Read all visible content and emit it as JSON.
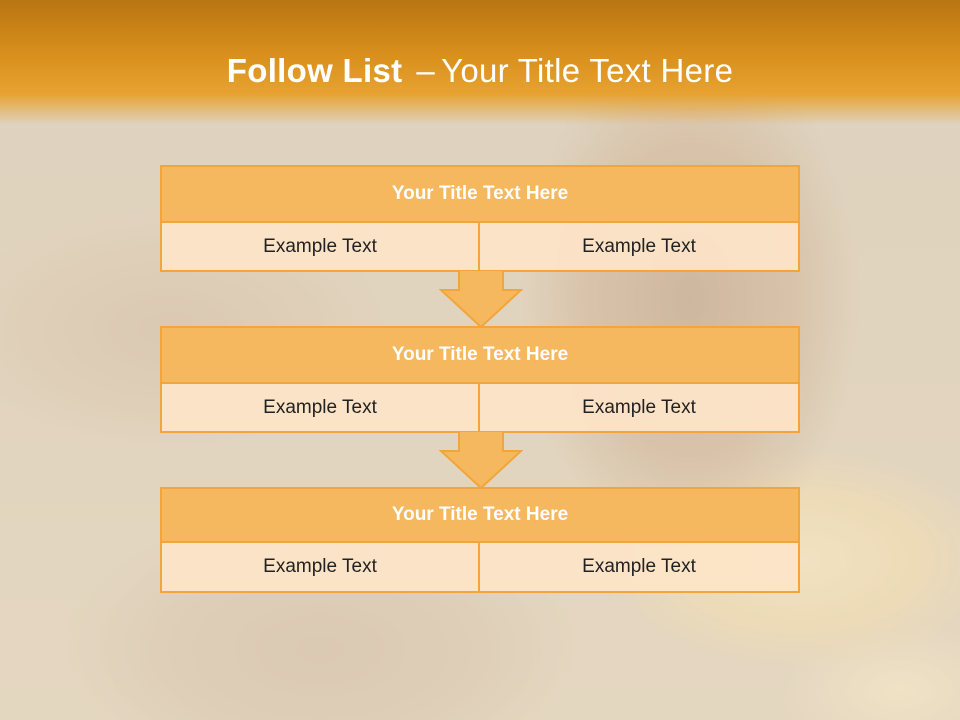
{
  "header": {
    "title_bold": "Follow List",
    "title_separator": "–",
    "title_rest": "Your Title Text Here"
  },
  "steps": [
    {
      "title": "Your Title Text Here",
      "cells": [
        "Example Text",
        "Example Text"
      ]
    },
    {
      "title": "Your Title Text Here",
      "cells": [
        "Example Text",
        "Example Text"
      ]
    },
    {
      "title": "Your Title Text Here",
      "cells": [
        "Example Text",
        "Example Text"
      ]
    }
  ],
  "colors": {
    "banner": "#d9901c",
    "title_box": "#f5b85f",
    "border": "#f2a53a",
    "cell_fill": "#fde4c8",
    "arrow_fill": "#f5b85f"
  }
}
